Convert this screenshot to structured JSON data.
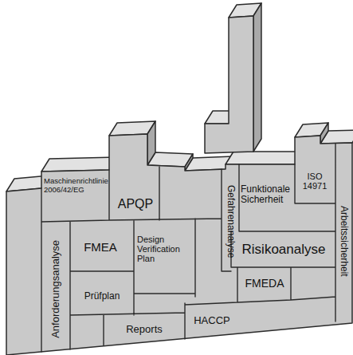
{
  "diagram": {
    "nodes": [
      {
        "text": [
          "Maschinenrichtlinie 2006/42/EG"
        ]
      },
      {
        "text": [
          "APQP"
        ]
      },
      {
        "text": [
          "Gefahrenanalyse"
        ]
      },
      {
        "text": [
          "Funktionale Sicherheit"
        ]
      },
      {
        "text": [
          "ISO 14971"
        ]
      },
      {
        "text": [
          "Anforderungsanalyse"
        ]
      },
      {
        "text": [
          "FMEA"
        ]
      },
      {
        "text": [
          "Design Verification Plan"
        ]
      },
      {
        "text": [
          "Risikoanalyse"
        ]
      },
      {
        "text": [
          "Arbeitssicherheit"
        ]
      },
      {
        "text": [
          "Prüfplan"
        ]
      },
      {
        "text": [
          "FMEDA"
        ]
      },
      {
        "text": [
          "Reports"
        ]
      },
      {
        "text": [
          "HACCP"
        ]
      }
    ]
  }
}
